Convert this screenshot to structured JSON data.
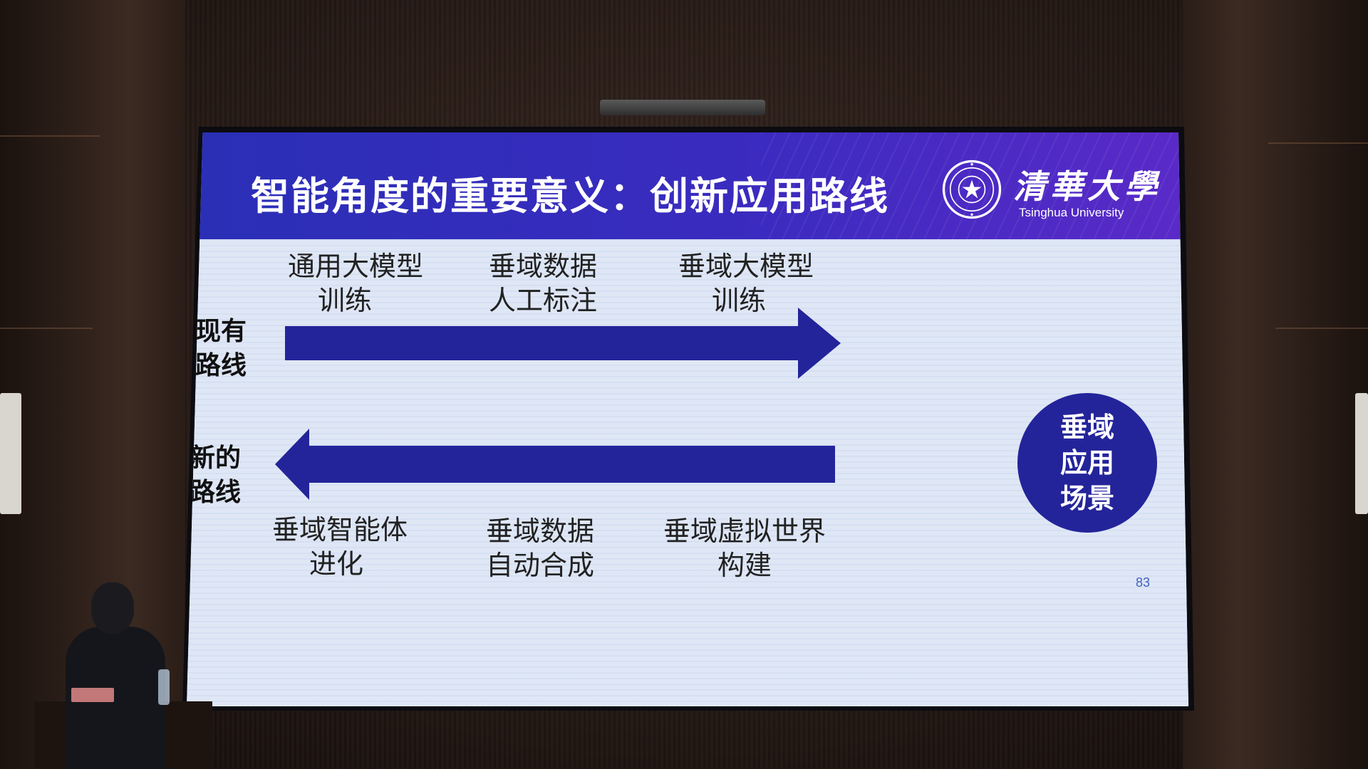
{
  "slide": {
    "title": "智能角度的重要意义：创新应用路线",
    "university_cn": "清華大學",
    "university_en": "Tsinghua University",
    "page_number": "83"
  },
  "current_route": {
    "label_line1": "现有",
    "label_line2": "路线",
    "steps": [
      {
        "line1": "通用大模型",
        "line2": "训练"
      },
      {
        "line1": "垂域数据",
        "line2": "人工标注"
      },
      {
        "line1": "垂域大模型",
        "line2": "训练"
      }
    ]
  },
  "new_route": {
    "label_line1": "新的",
    "label_line2": "路线",
    "steps": [
      {
        "line1": "垂域智能体",
        "line2": "进化"
      },
      {
        "line1": "垂域数据",
        "line2": "自动合成"
      },
      {
        "line1": "垂域虚拟世界",
        "line2": "构建"
      }
    ]
  },
  "target": {
    "line1": "垂域",
    "line2": "应用",
    "line3": "场景"
  },
  "colors": {
    "header_start": "#2a2fb6",
    "header_end": "#5a2ac8",
    "arrow": "#24249a",
    "slide_bg": "#dfe7f6"
  }
}
